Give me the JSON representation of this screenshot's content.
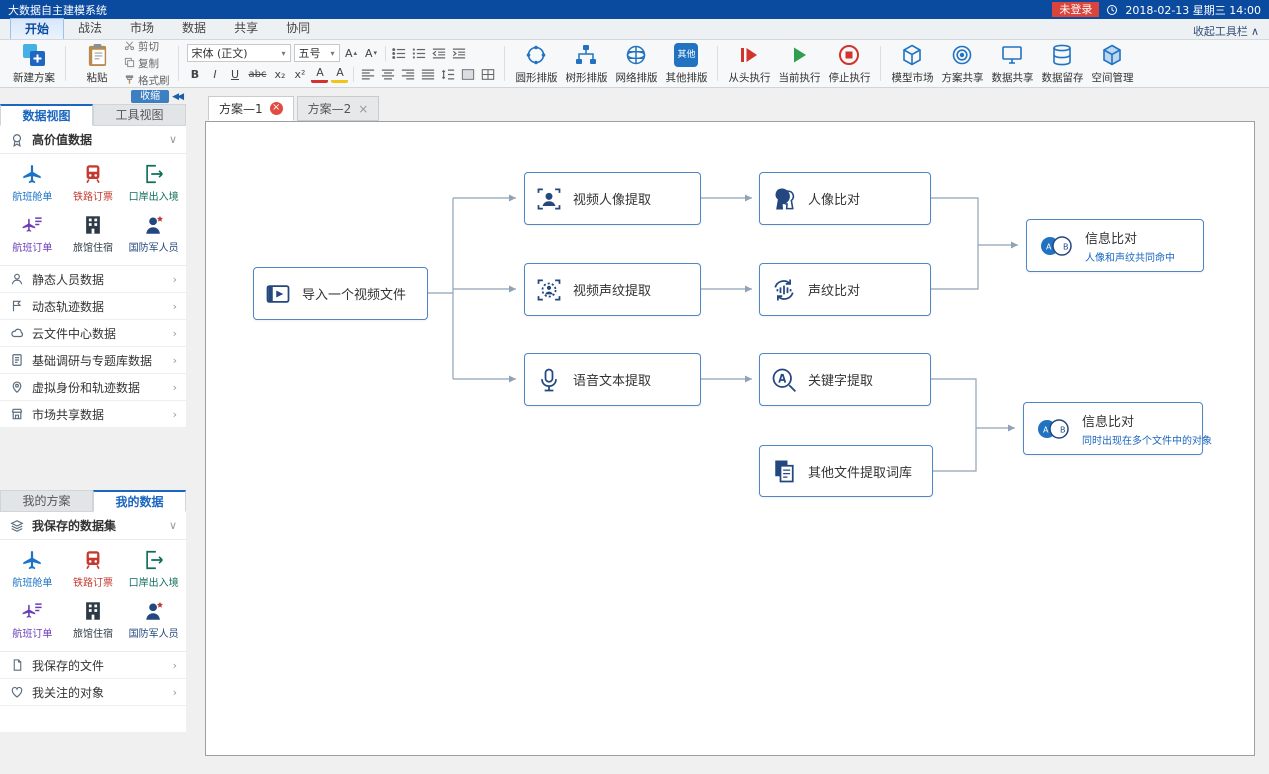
{
  "colors": {
    "titlebar_bg": "#0a4a9f",
    "accent_blue": "#1a66c0",
    "node_border": "#4f86c6",
    "login_badge_bg": "#d9453c",
    "run_red": "#d0342c",
    "run_green": "#2e9e4f"
  },
  "titlebar": {
    "app_title": "大数据自主建模系统",
    "login_status": "未登录",
    "datetime": "2018-02-13 星期三 14:00"
  },
  "menubar": {
    "tabs": [
      "开始",
      "战法",
      "市场",
      "数据",
      "共享",
      "协同"
    ],
    "collapse_toolbar": "收起工具栏"
  },
  "ribbon": {
    "new_plan": "新建方案",
    "clipboard": {
      "paste": "粘贴",
      "cut": "剪切",
      "copy": "复制",
      "format_painter": "格式刷"
    },
    "font": {
      "family": "宋体 (正文)",
      "size": "五号",
      "grow": "A",
      "shrink": "A",
      "bold": "B",
      "italic": "I",
      "underline": "U",
      "strike": "abc",
      "subscript": "x₂",
      "superscript": "x²",
      "font_color": "A",
      "highlight": "A"
    },
    "layouts": [
      {
        "label": "圆形排版"
      },
      {
        "label": "树形排版"
      },
      {
        "label": "网络排版"
      },
      {
        "label": "其他排版",
        "icon_text": "其他"
      }
    ],
    "run": [
      {
        "label": "从头执行"
      },
      {
        "label": "当前执行"
      },
      {
        "label": "停止执行"
      }
    ],
    "manage": [
      {
        "label": "模型市场"
      },
      {
        "label": "方案共享"
      },
      {
        "label": "数据共享"
      },
      {
        "label": "数据留存"
      },
      {
        "label": "空间管理"
      }
    ]
  },
  "sidebar": {
    "collapse": "收缩",
    "view_tabs": [
      "数据视图",
      "工具视图"
    ],
    "high_value_title": "高价值数据",
    "data_items": [
      {
        "label": "航班舱单"
      },
      {
        "label": "铁路订票"
      },
      {
        "label": "口岸出入境"
      },
      {
        "label": "航班订单"
      },
      {
        "label": "旅馆住宿"
      },
      {
        "label": "国防军人员"
      }
    ],
    "sections": [
      {
        "label": "静态人员数据"
      },
      {
        "label": "动态轨迹数据"
      },
      {
        "label": "云文件中心数据"
      },
      {
        "label": "基础调研与专题库数据"
      },
      {
        "label": "虚拟身份和轨迹数据"
      },
      {
        "label": "市场共享数据"
      }
    ],
    "my_tabs": [
      "我的方案",
      "我的数据"
    ],
    "saved_dataset_title": "我保存的数据集",
    "my_sections": [
      {
        "label": "我保存的文件"
      },
      {
        "label": "我关注的对象"
      }
    ]
  },
  "workspace": {
    "tabs": [
      {
        "label": "方案—1"
      },
      {
        "label": "方案—2"
      }
    ],
    "venn": {
      "a": "A",
      "b": "B"
    },
    "nodes": {
      "import": {
        "label": "导入一个视频文件"
      },
      "face_extract": {
        "label": "视频人像提取"
      },
      "voice_extract": {
        "label": "视频声纹提取"
      },
      "text_extract": {
        "label": "语音文本提取"
      },
      "face_compare": {
        "label": "人像比对"
      },
      "voice_compare": {
        "label": "声纹比对"
      },
      "keyword_extract": {
        "label": "关键字提取"
      },
      "other_files": {
        "label": "其他文件提取词库"
      },
      "info_compare_av": {
        "label": "信息比对",
        "sublabel": "人像和声纹共同命中"
      },
      "info_compare_files": {
        "label": "信息比对",
        "sublabel": "同时出现在多个文件中的对象"
      }
    }
  }
}
